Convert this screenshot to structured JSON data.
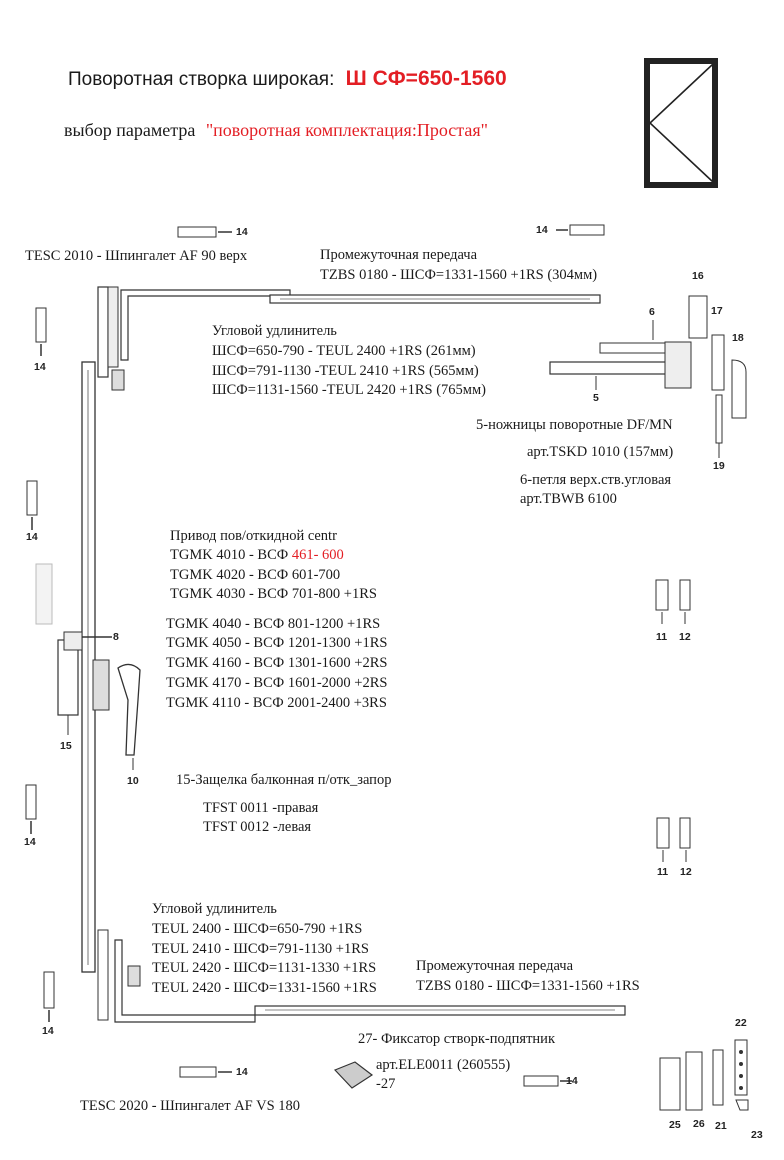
{
  "header": {
    "title_prefix": "Поворотная створка широкая:",
    "title_value": "Ш СФ=650-1560",
    "param_prefix": "выбор параметра",
    "param_value": "\"поворотная комплектация:Простая\""
  },
  "labels": {
    "tesc2010": "TESC 2010 - Шпингалет AF 90 верх",
    "inter_title": "Промежуточная передача",
    "inter_line": "TZBS 0180 - ШСФ=1331-1560 +1RS (304мм)",
    "corner_title": "Угловой удлинитель",
    "corner_1": "ШСФ=650-790 - TEUL 2400 +1RS (261мм)",
    "corner_2": "ШСФ=791-1130 -TEUL 2410 +1RS (565мм)",
    "corner_3": "ШСФ=1131-1560 -TEUL 2420 +1RS (765мм)",
    "scissors": "5-ножницы поворотные DF/MN",
    "scissors_art": "арт.TSKD 1010 (157мм)",
    "hinge": "6-петля верх.ств.угловая",
    "hinge_art": "арт.TBWB 6100",
    "drive_title": "Привод пов/откидной centr",
    "drive_1_prefix": "TGMK 4010 - ВСФ",
    "drive_1_value": "461- 600",
    "drive_2": "TGMK 4020 - ВСФ 601-700",
    "drive_3": "TGMK 4030 - ВСФ 701-800   +1RS",
    "drive_4": "TGMK 4040 - ВСФ 801-1200   +1RS",
    "drive_5": "TGMK 4050 - ВСФ 1201-1300 +1RS",
    "drive_6": "TGMK 4160 - ВСФ 1301-1600 +2RS",
    "drive_7": "TGMK 4170 - ВСФ 1601-2000 +2RS",
    "drive_8": "TGMK 4110 - ВСФ 2001-2400 +3RS",
    "latch_title": "15-Защелка балконная п/отк_запор",
    "latch_right": "TFST 0011 -правая",
    "latch_left": "TFST 0012 -левая",
    "bcorner_title": "Угловой удлинитель",
    "bcorner_1": "TEUL 2400 - ШСФ=650-790     +1RS",
    "bcorner_2": "TEUL 2410 - ШСФ=791-1130   +1RS",
    "bcorner_3": "TEUL 2420 - ШСФ=1131-1330 +1RS",
    "bcorner_4": "TEUL 2420 - ШСФ=1331-1560 +1RS",
    "binter_title": "Промежуточная передача",
    "binter_line": "TZBS 0180 - ШСФ=1331-1560 +1RS",
    "fixer_title": "27- Фиксатор створк-подпятник",
    "fixer_art": "арт.ELE0011 (260555)",
    "fixer_num": "-27",
    "tesc2020": "TESC 2020 - Шпингалет AF VS 180"
  },
  "part_numbers": {
    "n14": "14",
    "n16": "16",
    "n6": "6",
    "n17": "17",
    "n18": "18",
    "n5": "5",
    "n19": "19",
    "n8": "8",
    "n15": "15",
    "n10": "10",
    "n11": "11",
    "n12": "12",
    "n22": "22",
    "n25": "25",
    "n26": "26",
    "n21": "21",
    "n23": "23"
  },
  "colors": {
    "accent": "#e31e24",
    "text": "#1a1a1a"
  }
}
